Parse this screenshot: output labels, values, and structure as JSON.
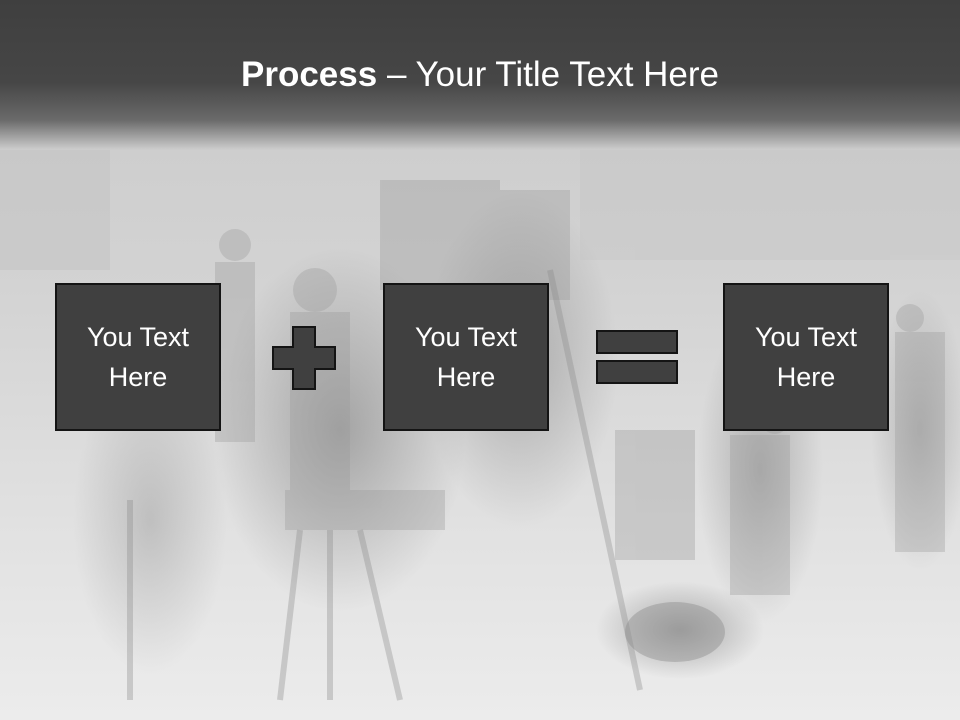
{
  "slide": {
    "title_bold": "Process",
    "title_rest": " – Your Title Text Here"
  },
  "boxes": [
    {
      "text": "You Text Here"
    },
    {
      "text": "You Text Here"
    },
    {
      "text": "You Text Here"
    }
  ],
  "operators": [
    "plus-icon",
    "equals-icon"
  ],
  "colors": {
    "header": "#404040",
    "box_fill": "#404040",
    "box_border": "#141414",
    "text": "#ffffff"
  }
}
